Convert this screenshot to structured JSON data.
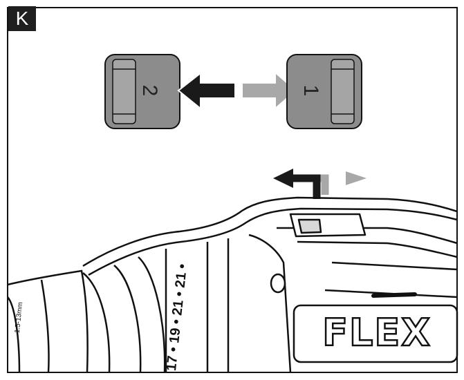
{
  "panel": {
    "label": "K"
  },
  "switch_positions": {
    "left": "2",
    "right": "1"
  },
  "brand": {
    "name": "FLEX"
  },
  "chuck": {
    "range": "1.5-13mm"
  },
  "torque_scale": {
    "values": "17 • 19 • 21 • 21 •"
  },
  "colors": {
    "dark_arrow": "#1a1a1a",
    "light_arrow": "#a8a8a8",
    "switch_fill": "#8c8c8c",
    "outline": "#111111"
  }
}
